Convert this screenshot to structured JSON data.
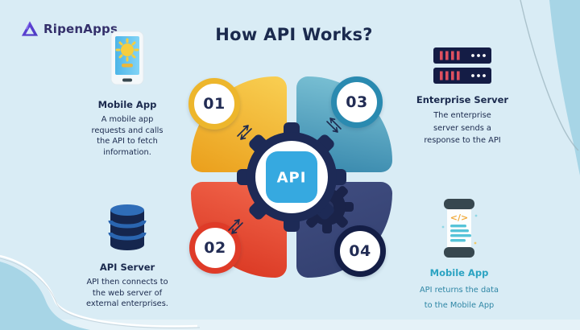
{
  "brand": {
    "name": "RipenApps"
  },
  "header": {
    "title": "How API Works?"
  },
  "diagram": {
    "center_label": "API",
    "gear_color": "#1d2a56",
    "center_chip_color": "#36a9e0",
    "petal_colors": {
      "yellow": "#f0b42a",
      "red": "#e2482e",
      "teal": "#4397ba",
      "navy": "#3d4a7c"
    }
  },
  "steps": [
    {
      "number": "01",
      "title": "Mobile App",
      "description": "A mobile app requests and calls the API to fetch information.",
      "accent": "#edb62c",
      "icon": "smartphone-sun-icon"
    },
    {
      "number": "02",
      "title": "API Server",
      "description": "API then connects to the web server of external enterprises.",
      "accent": "#df3b28",
      "icon": "database-icon"
    },
    {
      "number": "03",
      "title": "Enterprise Server",
      "description": "The enterprise server sends a response to the API",
      "accent": "#2a8ab0",
      "icon": "server-rack-icon"
    },
    {
      "number": "04",
      "title": "Mobile App",
      "description": "API returns the data to the Mobile App",
      "accent": "#141e46",
      "icon": "smartphone-data-icon"
    }
  ]
}
